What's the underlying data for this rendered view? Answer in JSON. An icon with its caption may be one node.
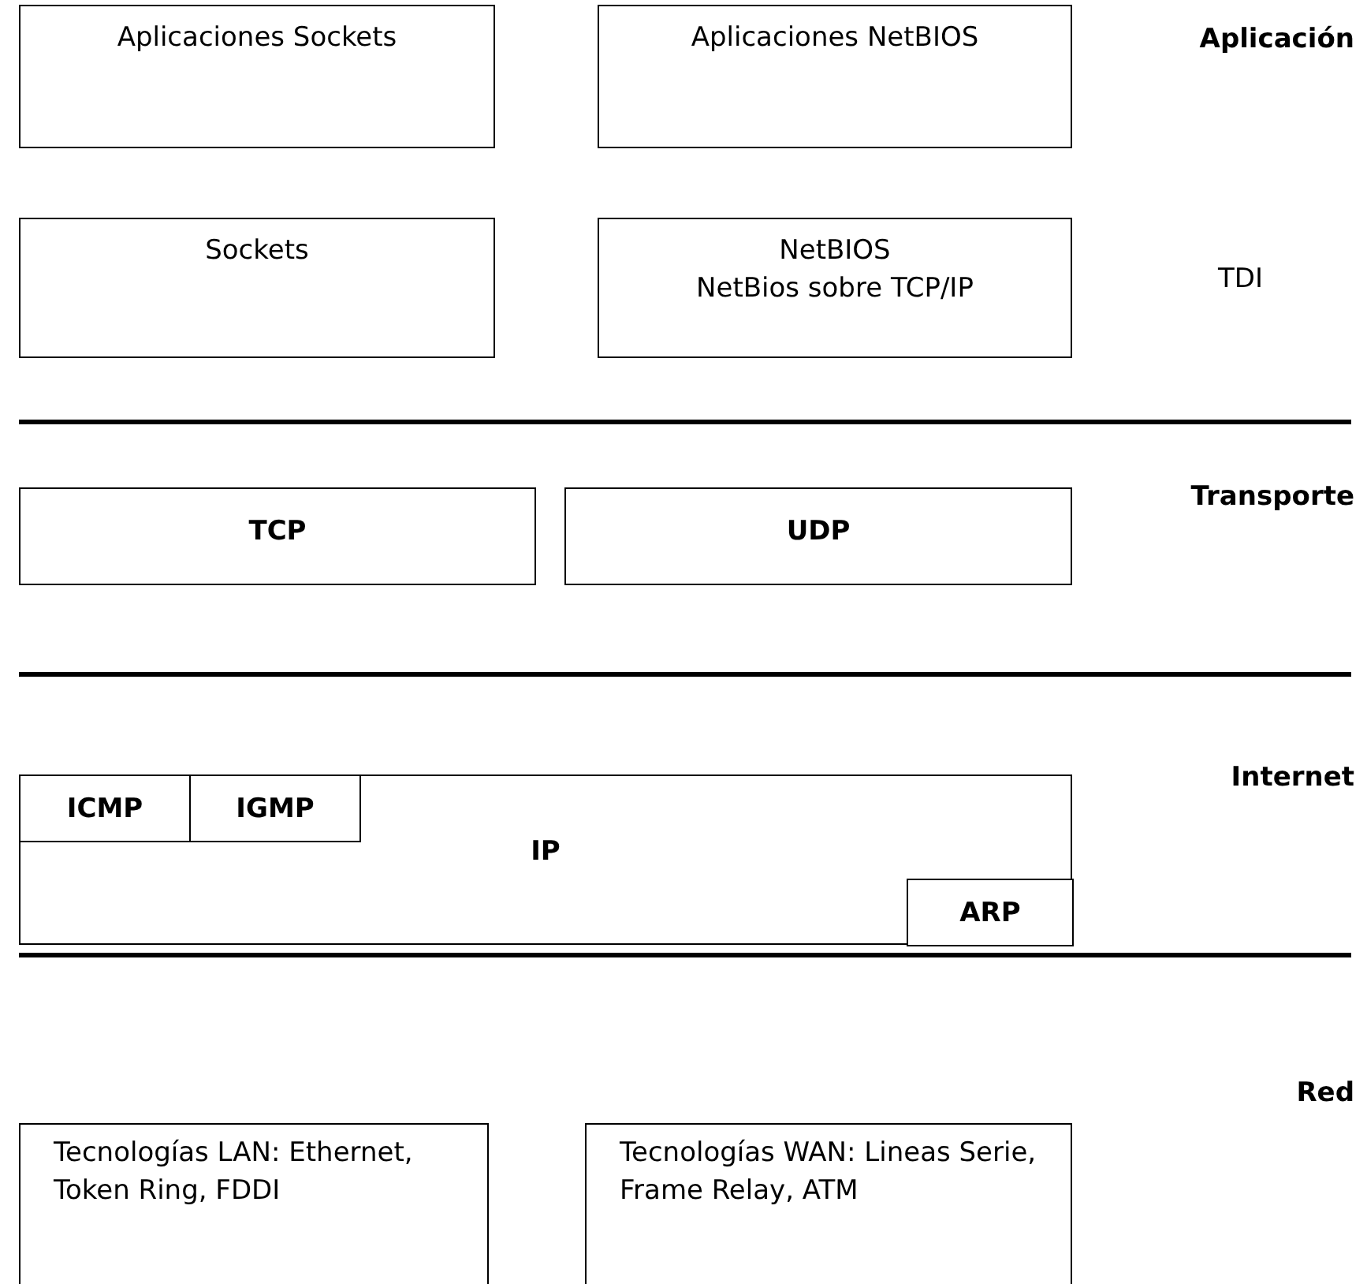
{
  "diagram": {
    "nodes": [
      {
        "text": [
          "Aplicaciones Sockets"
        ]
      },
      {
        "text": [
          "Aplicaciones NetBIOS"
        ]
      },
      {
        "text": [
          "Sockets"
        ]
      },
      {
        "text": [
          "NetBIOS",
          "NetBios sobre TCP/IP"
        ]
      },
      {
        "text": [
          "TCP"
        ]
      },
      {
        "text": [
          "UDP"
        ]
      },
      {
        "text": [
          "IP"
        ]
      },
      {
        "text": [
          "ICMP"
        ],
        "in": 6
      },
      {
        "text": [
          "IGMP"
        ],
        "in": 6
      },
      {
        "text": [
          "ARP"
        ],
        "in": 6
      },
      {
        "text": [
          "Tecnologías LAN: Ethernet, Token Ring, FDDI"
        ]
      },
      {
        "text": [
          "Tecnologías WAN: Lineas Serie, Frame Relay, ATM"
        ]
      }
    ],
    "edges": [],
    "labels": [
      "Aplicación",
      "TDI",
      "Transporte",
      "Internet",
      "Red"
    ]
  }
}
